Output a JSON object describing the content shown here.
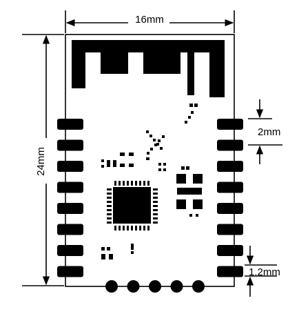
{
  "dimensions": {
    "width_label": "16mm",
    "height_label": "24mm",
    "pin_pitch_label": "2mm",
    "pad_width_label": "1.2mm"
  },
  "module": {
    "left_pad_count": 8,
    "right_pad_count": 8,
    "bottom_pad_count": 5,
    "colors": {
      "ink": "#000000",
      "board": "#ffffff"
    }
  }
}
